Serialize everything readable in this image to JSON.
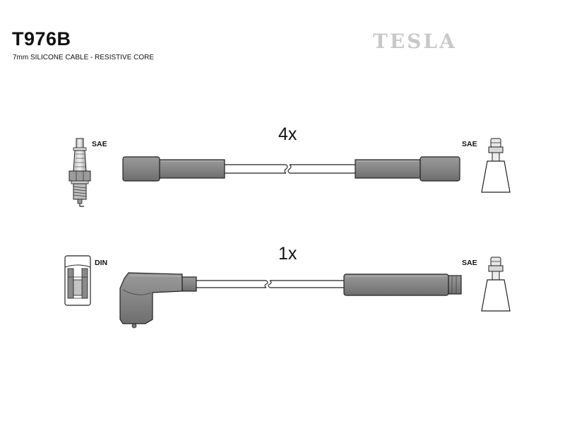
{
  "header": {
    "part_number": "T976B",
    "description": "7mm SILICONE CABLE - RESISTIVE CORE",
    "brand": "TESLA"
  },
  "cables": [
    {
      "quantity": "4x",
      "left_connector": {
        "type": "spark-plug",
        "standard": "SAE"
      },
      "right_connector": {
        "type": "terminal",
        "standard": "SAE"
      }
    },
    {
      "quantity": "1x",
      "left_connector": {
        "type": "distributor-cap",
        "standard": "DIN"
      },
      "right_connector": {
        "type": "terminal",
        "standard": "SAE"
      }
    }
  ]
}
